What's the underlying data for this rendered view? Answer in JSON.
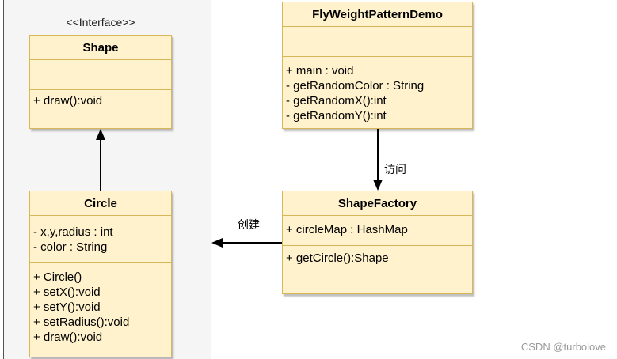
{
  "interface_group": {
    "stereotype": "<<Interface>>"
  },
  "classes": {
    "shape": {
      "name": "Shape",
      "attributes": [],
      "methods": [
        "+ draw():void"
      ]
    },
    "circle": {
      "name": "Circle",
      "attributes": [
        "- x,y,radius : int",
        "- color : String"
      ],
      "methods": [
        "+ Circle()",
        "+ setX():void",
        "+ setY():void",
        "+ setRadius():void",
        "+ draw():void"
      ]
    },
    "demo": {
      "name": "FlyWeightPatternDemo",
      "attributes": [],
      "methods": [
        "+ main : void",
        "- getRandomColor : String",
        "- getRandomX():int",
        "- getRandomY():int"
      ]
    },
    "factory": {
      "name": "ShapeFactory",
      "attributes": [
        "+ circleMap : HashMap"
      ],
      "methods": [
        "+ getCircle():Shape"
      ]
    }
  },
  "edges": {
    "visit_label": "访问",
    "create_label": "创建"
  },
  "watermark": "CSDN @turbolove",
  "colors": {
    "class_fill": "#fff2cc",
    "class_border": "#d6b656",
    "group_fill": "#f5f5f5"
  }
}
